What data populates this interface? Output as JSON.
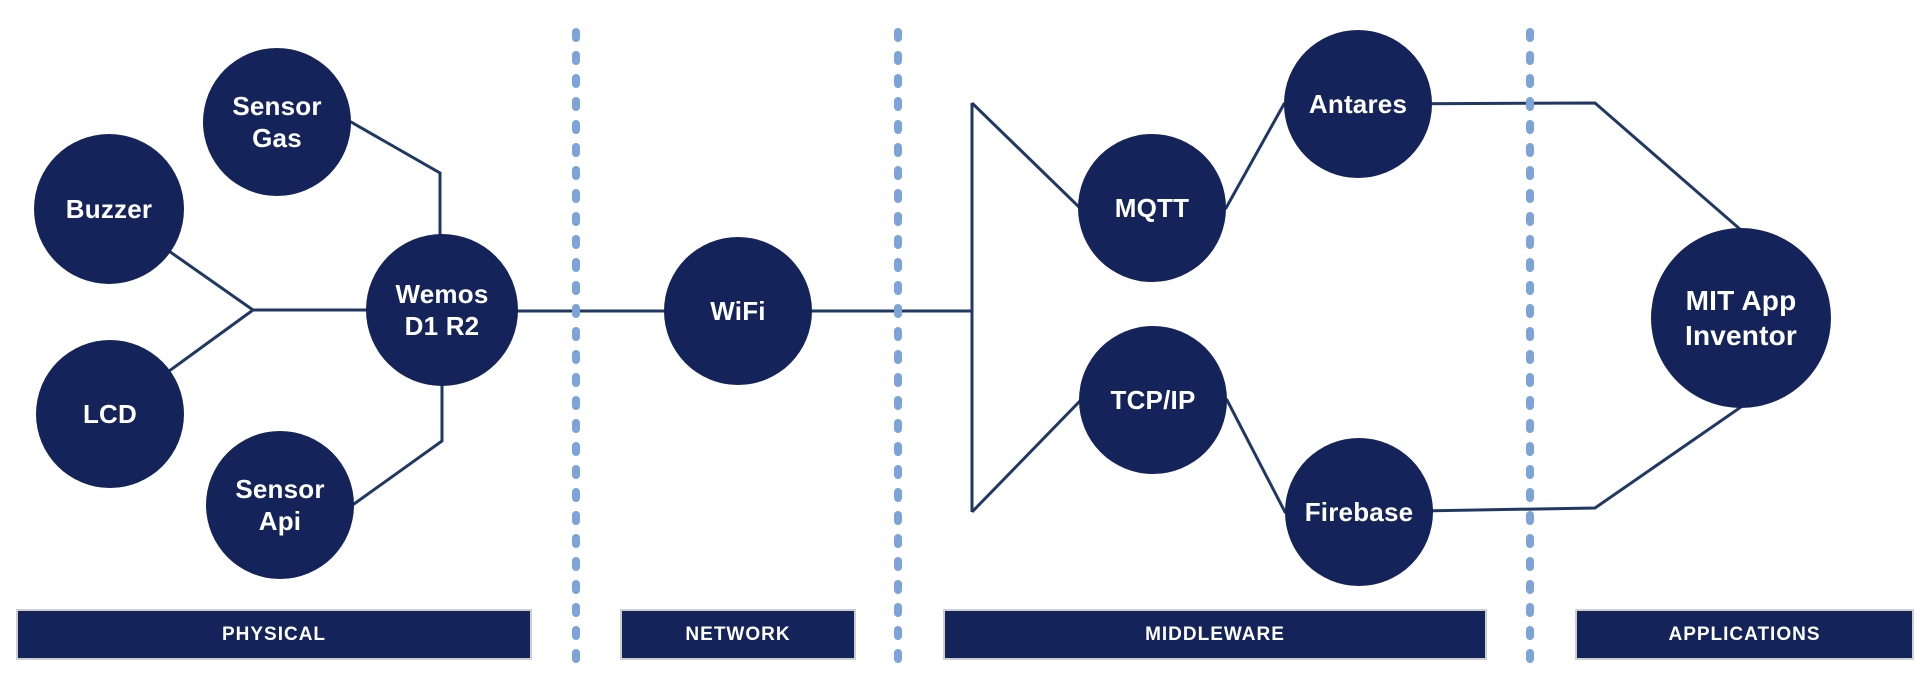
{
  "diagram": {
    "type": "architecture-diagram",
    "colors": {
      "node_fill": "#14235A",
      "node_text": "#FFFFFF",
      "connector_line": "#1F3864",
      "separator_dash": "#7CA4D8",
      "lane_fill": "#14235A",
      "lane_text": "#FFFFFF",
      "lane_border": "#CFCFCF",
      "background": "#FFFFFF"
    },
    "nodes": [
      {
        "id": "sensor-gas",
        "label": "Sensor\nGas"
      },
      {
        "id": "buzzer",
        "label": "Buzzer"
      },
      {
        "id": "lcd",
        "label": "LCD"
      },
      {
        "id": "sensor-api",
        "label": "Sensor\nApi"
      },
      {
        "id": "wemos",
        "label": "Wemos\nD1 R2"
      },
      {
        "id": "wifi",
        "label": "WiFi"
      },
      {
        "id": "mqtt",
        "label": "MQTT"
      },
      {
        "id": "tcpip",
        "label": "TCP/IP"
      },
      {
        "id": "antares",
        "label": "Antares"
      },
      {
        "id": "firebase",
        "label": "Firebase"
      },
      {
        "id": "mit-app-inventor",
        "label": "MIT App\nInventor"
      }
    ],
    "edges": [
      [
        "Sensor Gas",
        "Wemos D1 R2"
      ],
      [
        "Buzzer",
        "Wemos D1 R2"
      ],
      [
        "LCD",
        "Wemos D1 R2"
      ],
      [
        "Sensor Api",
        "Wemos D1 R2"
      ],
      [
        "Wemos D1 R2",
        "WiFi"
      ],
      [
        "WiFi",
        "MQTT"
      ],
      [
        "WiFi",
        "TCP/IP"
      ],
      [
        "MQTT",
        "Antares"
      ],
      [
        "TCP/IP",
        "Firebase"
      ],
      [
        "Antares",
        "MIT App Inventor"
      ],
      [
        "Firebase",
        "MIT App Inventor"
      ]
    ],
    "lanes": [
      {
        "label": "PHYSICAL"
      },
      {
        "label": "NETWORK"
      },
      {
        "label": "MIDDLEWARE"
      },
      {
        "label": "APPLICATIONS"
      }
    ]
  }
}
